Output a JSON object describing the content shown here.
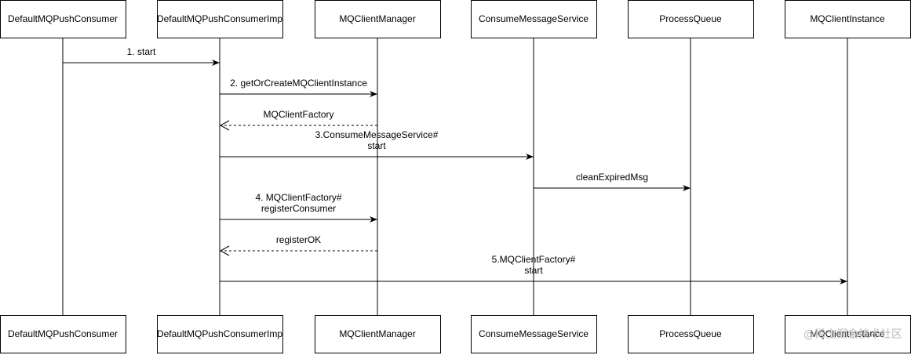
{
  "participants": [
    {
      "id": "p0",
      "label": "DefaultMQPushConsumer"
    },
    {
      "id": "p1",
      "label": "DefaultMQPushConsumerImp"
    },
    {
      "id": "p2",
      "label": "MQClientManager"
    },
    {
      "id": "p3",
      "label": "ConsumeMessageService"
    },
    {
      "id": "p4",
      "label": "ProcessQueue"
    },
    {
      "id": "p5",
      "label": "MQClientInstance"
    }
  ],
  "messages": [
    {
      "from": 0,
      "to": 1,
      "style": "solid",
      "lines": [
        "1. start"
      ]
    },
    {
      "from": 1,
      "to": 2,
      "style": "solid",
      "lines": [
        "2. getOrCreateMQClientInstance"
      ]
    },
    {
      "from": 2,
      "to": 1,
      "style": "dashed",
      "lines": [
        "MQClientFactory"
      ]
    },
    {
      "from": 1,
      "to": 3,
      "style": "solid",
      "lines": [
        "3.ConsumeMessageService#",
        "start"
      ]
    },
    {
      "from": 3,
      "to": 4,
      "style": "solid",
      "lines": [
        "cleanExpiredMsg"
      ]
    },
    {
      "from": 1,
      "to": 2,
      "style": "solid",
      "lines": [
        "4. MQClientFactory#",
        "registerConsumer"
      ]
    },
    {
      "from": 2,
      "to": 1,
      "style": "dashed",
      "lines": [
        "registerOK"
      ]
    },
    {
      "from": 1,
      "to": 5,
      "style": "solid",
      "lines": [
        "5.MQClientFactory#",
        "start"
      ]
    }
  ],
  "watermark": "@稀土掘金技术社区"
}
